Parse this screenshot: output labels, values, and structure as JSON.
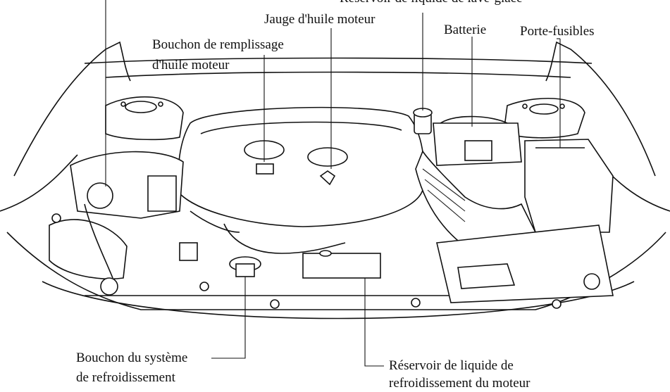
{
  "labels": {
    "top_left_cut": "",
    "washer_reservoir_cut": "Réservoir de liquide de lave-glace",
    "dipstick": "Jauge d'huile moteur",
    "battery": "Batterie",
    "fuse_box": "Porte-fusibles",
    "oil_filler_line1": "Bouchon de remplissage",
    "oil_filler_line2": "d'huile moteur",
    "cooling_cap_line1": "Bouchon du système",
    "cooling_cap_line2": "de refroidissement",
    "coolant_reservoir_line1": "Réservoir de liquide de",
    "coolant_reservoir_line2": "refroidissement du moteur"
  }
}
